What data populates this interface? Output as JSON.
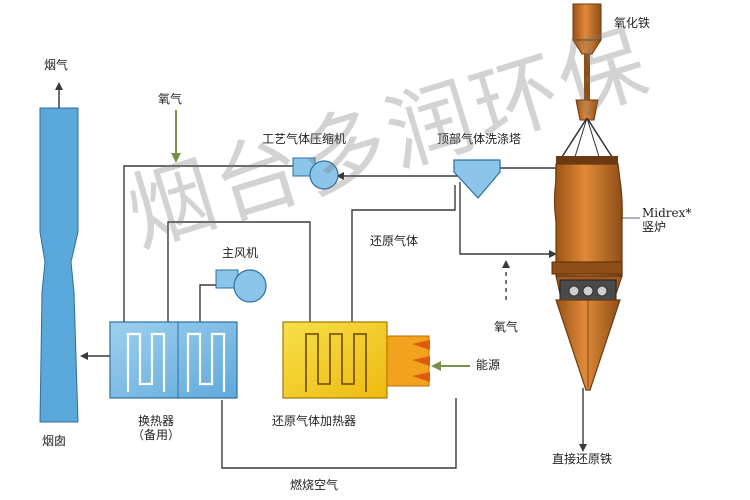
{
  "labels": {
    "iron_oxide": "氧化铁",
    "chimney_top": "烟气",
    "oxygen_top": "氧气",
    "process_compressor": "工艺气体压缩机",
    "top_gas_scrubber": "顶部气体洗涤塔",
    "midrex_furnace": "Midrex*\n竖炉",
    "main_fan": "主风机",
    "reducing_gas": "还原气体",
    "oxygen_right": "氧气",
    "energy": "能源",
    "heat_exchanger": "换热器\n（备用）",
    "reducing_gas_heater": "还原气体加热器",
    "chimney": "烟囱",
    "combustion_air": "燃烧空气",
    "dri": "直接还原铁"
  },
  "watermark": "烟台多润环保",
  "colors": {
    "line": "#3a3a3a",
    "chimney_fill": "#5aa7d9",
    "exchanger_fill": "#7bbde6",
    "heater_fill": "#f4d21b",
    "burner_fill": "#f3a21e",
    "furnace_fill": "#d0782a",
    "furnace_dark": "#8e4e17",
    "oxygen_arrow": "#7a8f4a",
    "energy_arrow": "#7a8f4a",
    "equipment_blue": "#8cc5ea"
  }
}
